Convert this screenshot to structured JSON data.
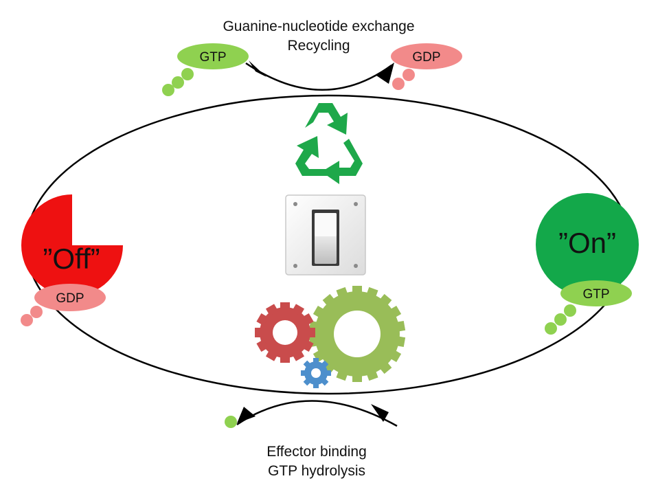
{
  "top_caption": {
    "line1": "Guanine-nucleotide exchange",
    "line2": "Recycling"
  },
  "bottom_caption": {
    "line1": "Effector binding",
    "line2": "GTP hydrolysis"
  },
  "off_state": {
    "label": "”Off”",
    "nucleotide": "GDP",
    "color": "#ee1111"
  },
  "on_state": {
    "label": "”On”",
    "nucleotide": "GTP",
    "color": "#13a84a"
  },
  "incoming_nucleotide": "GTP",
  "outgoing_nucleotide": "GDP",
  "colors": {
    "gtp": "#8fd150",
    "gdp": "#f28a8a",
    "phosphate_green": "#8fd150",
    "phosphate_pink": "#f28a8a",
    "recycle": "#1ea84a",
    "gear_red": "#c94c4c",
    "gear_green": "#99bd58",
    "gear_blue": "#4d8fcc"
  },
  "icons": [
    "recycle-icon",
    "light-switch-icon",
    "gears-icon"
  ]
}
